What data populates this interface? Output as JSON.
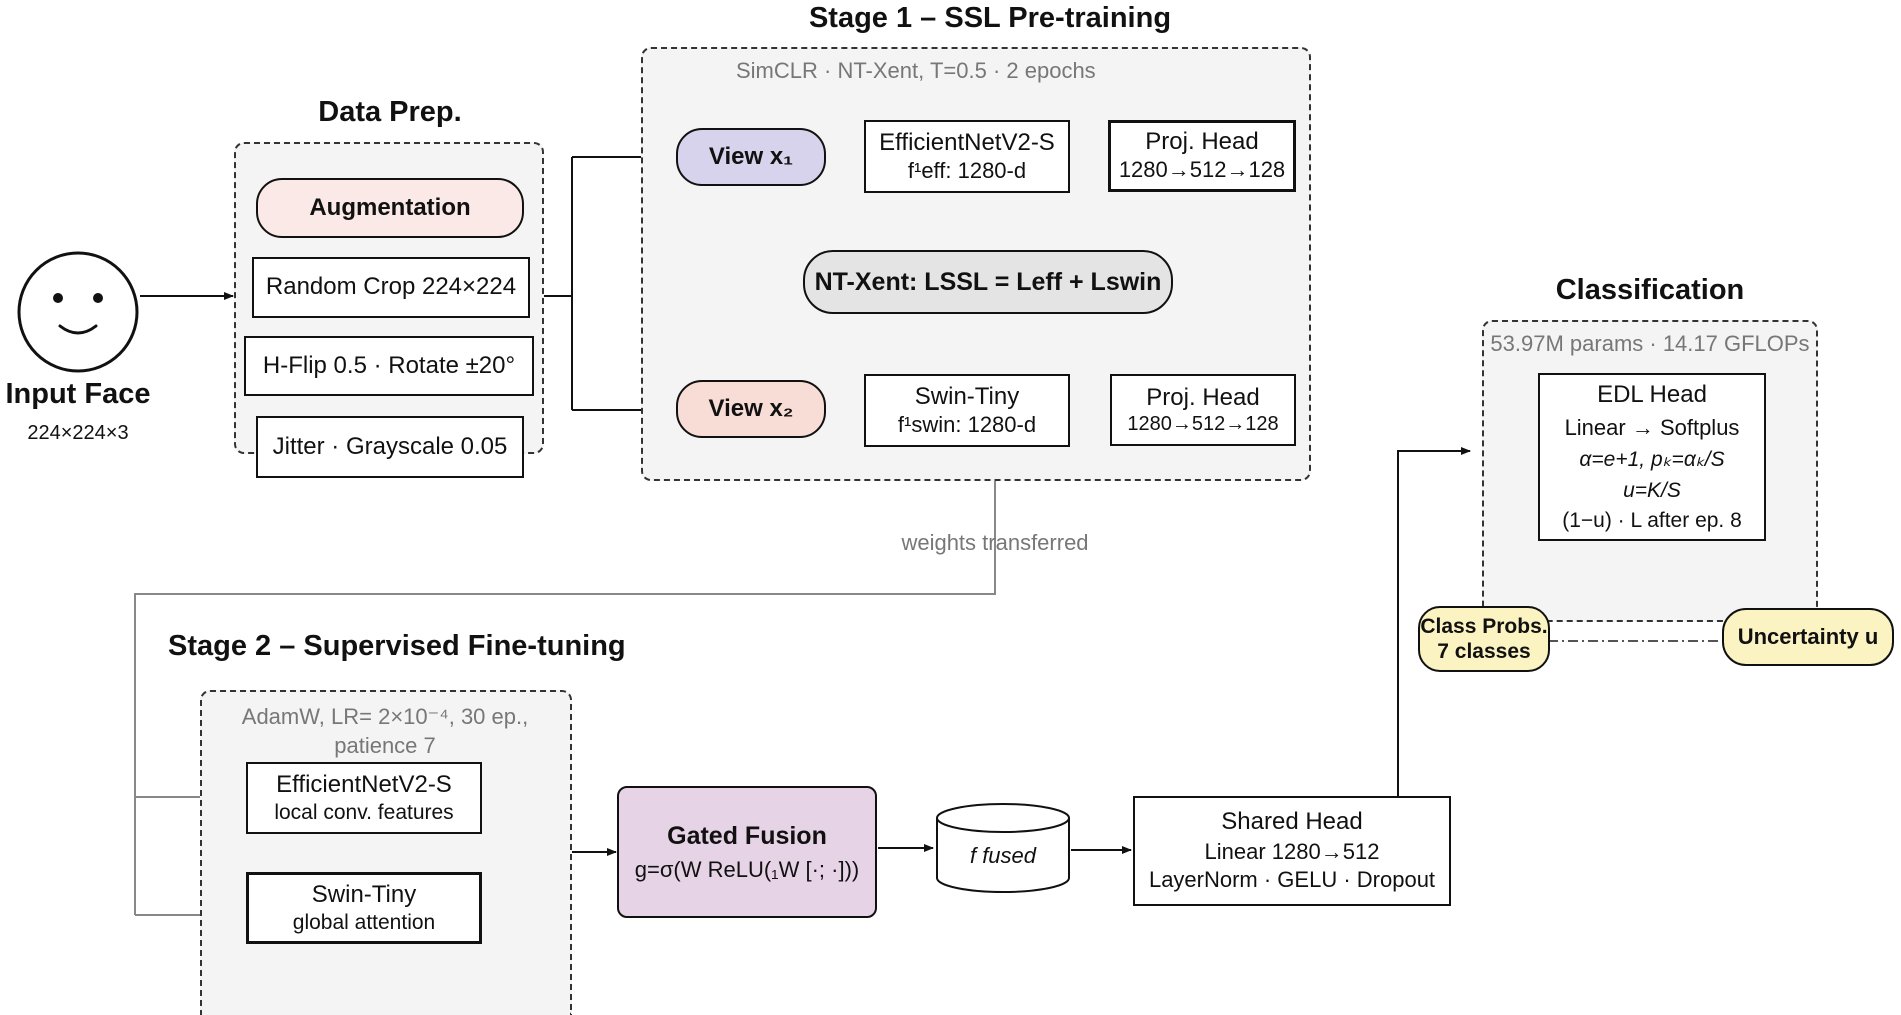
{
  "input": {
    "title": "Input Face",
    "size": "224×224×3"
  },
  "data_prep": {
    "title": "Data Prep.",
    "augmentation": "Augmentation",
    "random_crop": "Random Crop 224×224",
    "flip_rotate": "H-Flip 0.5 · Rotate ±20°",
    "jitter": "Jitter · Grayscale 0.05"
  },
  "stage1": {
    "title": "Stage 1 – SSL Pre-training",
    "subtitle": "SimCLR · NT-Xent, T=0.5 · 2 epochs",
    "view1": "View x₁",
    "view2": "View x₂",
    "eff_name": "EfficientNetV2-S",
    "eff_feat": "f¹eff: 1280-d",
    "swin_name": "Swin-Tiny",
    "swin_feat": "f¹swin: 1280-d",
    "proj1_title": "Proj. Head",
    "proj1_dims": "1280→512→128",
    "proj2_title": "Proj. Head",
    "proj2_dims": "1280→512→128",
    "ntxent": "NT-Xent: LSSL = Leff + Lswin"
  },
  "weights_transferred": "weights transferred",
  "stage2": {
    "title": "Stage 2 – Supervised Fine-tuning",
    "subtitle_line1": "AdamW, LR= 2×10⁻⁴, 30 ep.,",
    "subtitle_line2": "patience 7",
    "eff_name": "EfficientNetV2-S",
    "eff_desc": "local conv. features",
    "swin_name": "Swin-Tiny",
    "swin_desc": "global attention"
  },
  "fusion": {
    "title": "Gated Fusion",
    "formula": "g=σ(W ReLU(₁W [·; ·]))"
  },
  "fused": {
    "label": "f fused"
  },
  "shared_head": {
    "title": "Shared Head",
    "line1": "Linear 1280→512",
    "line2": "LayerNorm · GELU · Dropout"
  },
  "classification": {
    "title": "Classification",
    "subtitle": "53.97M params · 14.17 GFLOPs",
    "edl_title": "EDL Head",
    "edl_line1": "Linear → Softplus",
    "edl_line2": "α=e+1,   pₖ=αₖ/S",
    "edl_line3": "u=K/S",
    "edl_line4": "(1−u) · L after ep. 8",
    "class_probs_1": "Class Probs.",
    "class_probs_2": "7 classes",
    "uncertainty": "Uncertainty u"
  },
  "colors": {
    "panel_bg": "#f3f4f3",
    "augmentation_fill": "#fbe9e7",
    "view1_fill": "#d7d3ec",
    "view2_fill": "#f8dcd6",
    "ntxent_fill": "#e4e4e4",
    "fusion_fill": "#e6d3e6",
    "output_fill": "#fcf3c2",
    "muted_text": "#777777"
  }
}
